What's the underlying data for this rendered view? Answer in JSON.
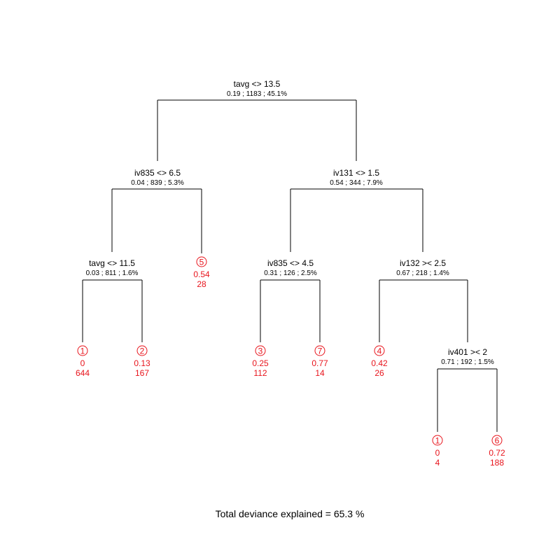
{
  "leaf_color": "#e8141c",
  "line_color": "#000000",
  "tree": {
    "nodes": [
      {
        "id": "root",
        "split": "tavg <> 13.5",
        "stats": "0.19 ; 1183 ; 45.1%"
      },
      {
        "id": "n_l",
        "split": "iv835 <> 6.5",
        "stats": "0.04 ; 839 ; 5.3%"
      },
      {
        "id": "n_r",
        "split": "iv131 <> 1.5",
        "stats": "0.54 ; 344 ; 7.9%"
      },
      {
        "id": "n_ll",
        "split": "tavg <> 11.5",
        "stats": "0.03 ; 811 ; 1.6%"
      },
      {
        "id": "n_rl",
        "split": "iv835 <> 4.5",
        "stats": "0.31 ; 126 ; 2.5%"
      },
      {
        "id": "n_rr",
        "split": "iv132 >< 2.5",
        "stats": "0.67 ; 218 ; 1.4%"
      },
      {
        "id": "n_rrr",
        "split": "iv401 >< 2",
        "stats": "0.71 ; 192 ; 1.5%"
      }
    ],
    "leaves": [
      {
        "id": "leaf_lll",
        "label": "1",
        "value": "0",
        "count": "644"
      },
      {
        "id": "leaf_llr",
        "label": "2",
        "value": "0.13",
        "count": "167"
      },
      {
        "id": "leaf_lr",
        "label": "5",
        "value": "0.54",
        "count": "28"
      },
      {
        "id": "leaf_rll",
        "label": "3",
        "value": "0.25",
        "count": "112"
      },
      {
        "id": "leaf_rlr",
        "label": "7",
        "value": "0.77",
        "count": "14"
      },
      {
        "id": "leaf_rrl",
        "label": "4",
        "value": "0.42",
        "count": "26"
      },
      {
        "id": "leaf_rrrl",
        "label": "1",
        "value": "0",
        "count": "4"
      },
      {
        "id": "leaf_rrrr",
        "label": "6",
        "value": "0.72",
        "count": "188"
      }
    ]
  },
  "footer": "Total deviance explained = 65.3 %"
}
